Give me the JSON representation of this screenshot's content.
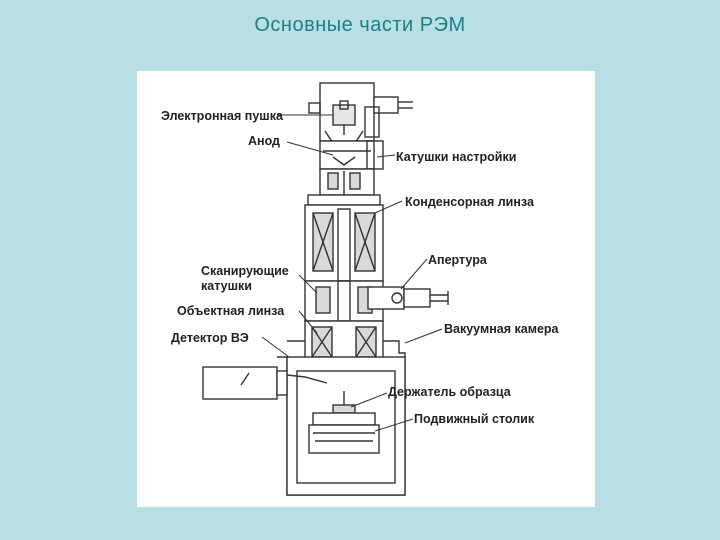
{
  "title": "Основные части РЭМ",
  "labels": {
    "gun": "Электронная пушка",
    "anode": "Анод",
    "alignment_coils": "Катушки настройки",
    "condenser_lens": "Конденсорная линза",
    "aperture": "Апертура",
    "scan_coils_1": "Сканирующие",
    "scan_coils_2": "катушки",
    "objective_lens": "Объектная линза",
    "se_detector": "Детектор ВЭ",
    "vacuum_chamber": "Вакуумная камера",
    "sample_holder": "Держатель образца",
    "stage": "Подвижный столик"
  },
  "colors": {
    "background": "#b8dfe4",
    "title": "#1f7f86",
    "panel": "#ffffff",
    "line": "#333333",
    "fill": "#d9d9d9"
  }
}
